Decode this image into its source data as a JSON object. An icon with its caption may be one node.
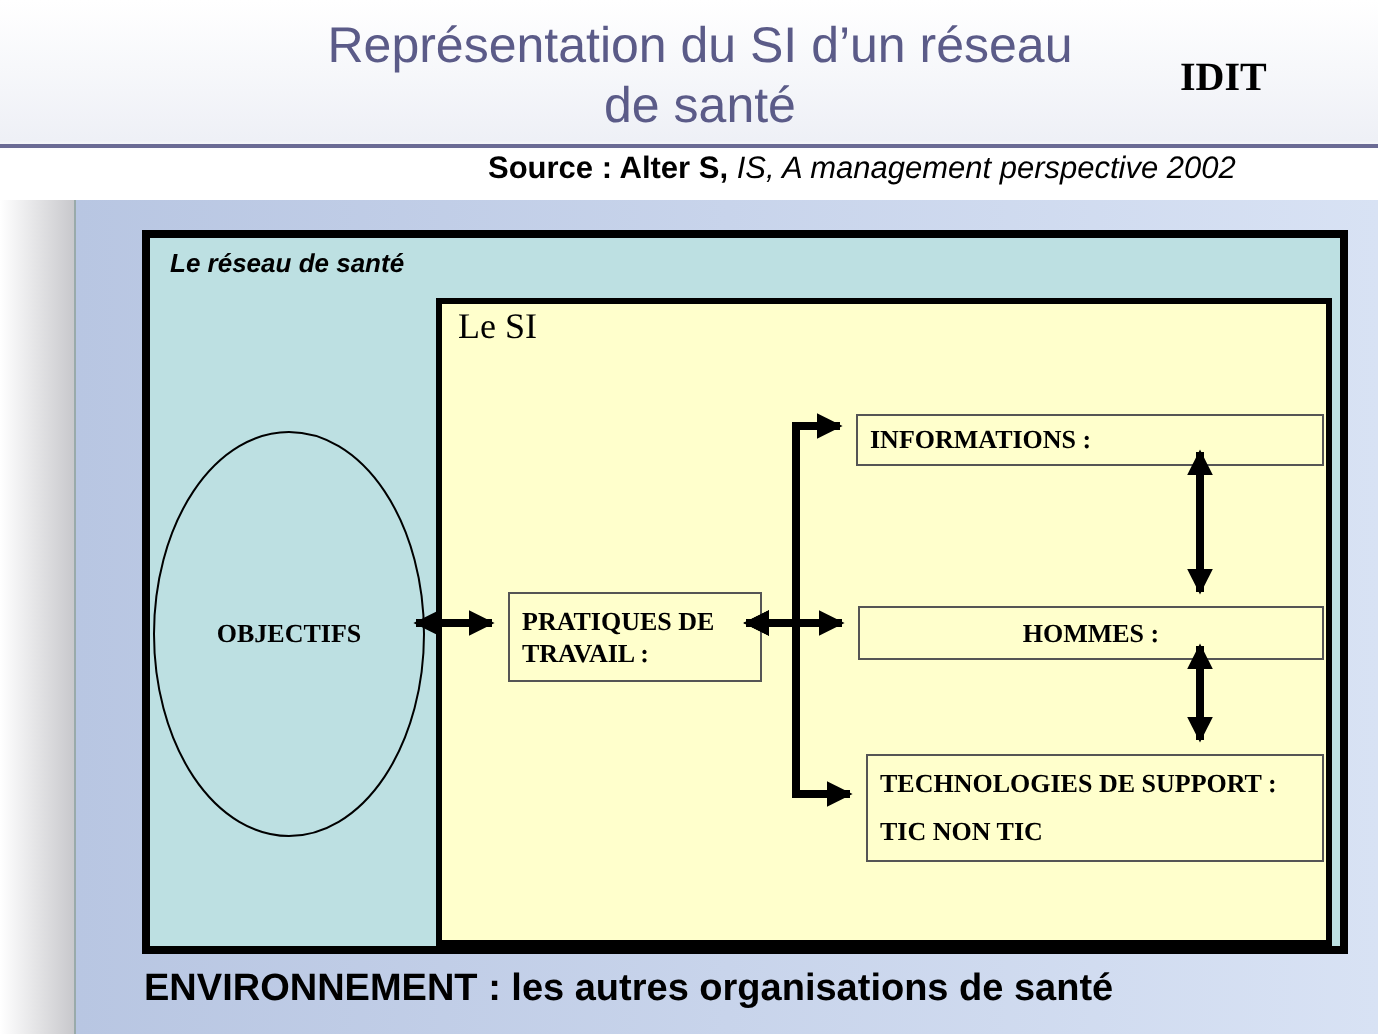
{
  "diagram": {
    "title": "Représentation du SI d’un réseau de santé",
    "nodes": [
      {
        "text": [
          "ENVIRONNEMENT : les autres organisations de santé"
        ]
      },
      {
        "text": [
          "Le réseau de santé"
        ],
        "in": 0
      },
      {
        "text": [
          "Le SI"
        ],
        "in": 1
      },
      {
        "text": [
          "OBJECTIFS"
        ],
        "in": 1
      },
      {
        "text": [
          "PRATIQUES DE TRAVAIL :"
        ],
        "in": 2
      },
      {
        "text": [
          "INFORMATIONS :"
        ],
        "in": 2
      },
      {
        "text": [
          "HOMMES :"
        ],
        "in": 2
      },
      {
        "text": [
          "TECHNOLOGIES DE SUPPORT : TIC NON TIC"
        ],
        "in": 2
      }
    ],
    "edges": [
      {
        "from": 3,
        "to": 4,
        "arrow": "both"
      },
      {
        "from": 4,
        "to": 5,
        "arrow": "both"
      },
      {
        "from": 4,
        "to": 6,
        "arrow": "both"
      },
      {
        "from": 4,
        "to": 7,
        "arrow": "both"
      },
      {
        "from": 5,
        "to": 6,
        "arrow": "both"
      },
      {
        "from": 6,
        "to": 7,
        "arrow": "both"
      }
    ],
    "labels": [
      "IDIT",
      "**Source : Alter S,** *IS, A management perspective 2002*"
    ]
  }
}
